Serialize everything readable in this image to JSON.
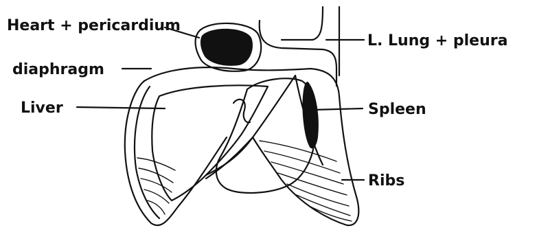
{
  "labels": {
    "heart": "Heart + pericardium",
    "lung": "L. Lung + pleura",
    "diaphragm": "diaphragm",
    "liver": "Liver",
    "spleen": "Spleen",
    "ribs": "Ribs"
  },
  "colors": {
    "ink": "#111111",
    "background": "#ffffff"
  }
}
